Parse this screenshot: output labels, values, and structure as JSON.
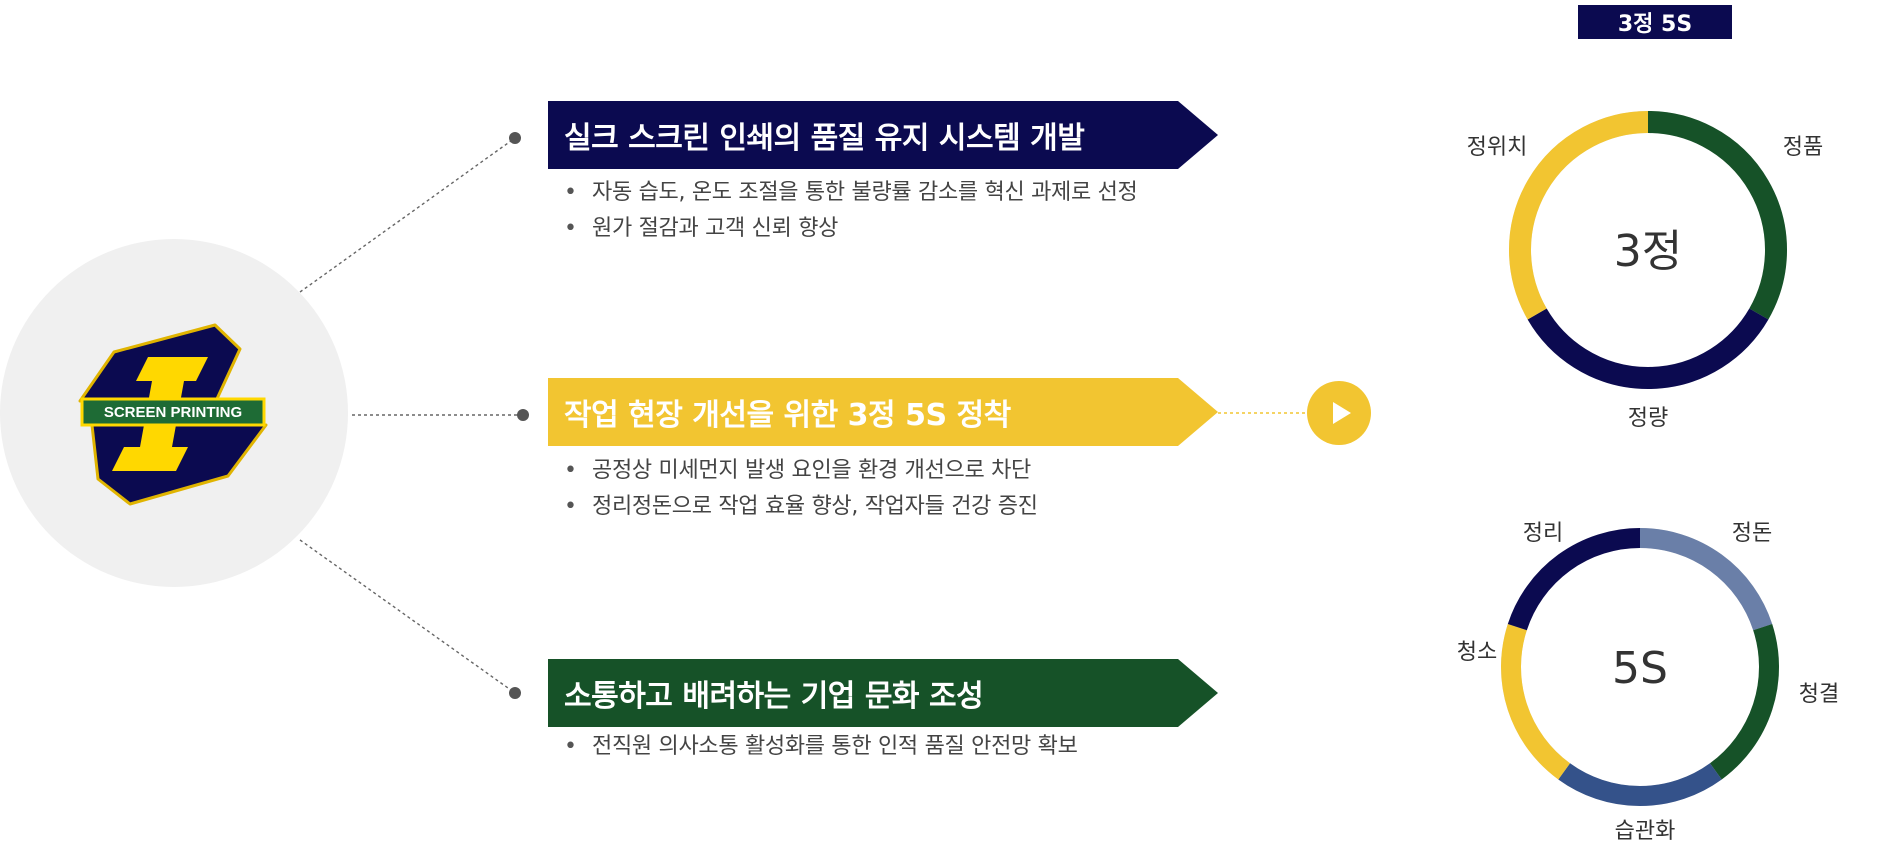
{
  "logo": {
    "text": "SCREEN PRINTING",
    "colors": {
      "navy": "#0b0a50",
      "yellow": "#ffd800",
      "green": "#1e6b35"
    }
  },
  "initiatives": [
    {
      "title": "실크 스크린 인쇄의 품질 유지 시스템 개발",
      "color": "#0b0a50",
      "bullets": [
        "자동 습도, 온도 조절을 통한 불량률 감소를 혁신 과제로 선정",
        "원가 절감과 고객 신뢰 향상"
      ]
    },
    {
      "title": "작업 현장 개선을 위한 3정 5S 정착",
      "color": "#f2c531",
      "bullets": [
        "공정상 미세먼지 발생 요인을 환경 개선으로 차단",
        "정리정돈으로 작업 효율 향상, 작업자들 건강 증진"
      ]
    },
    {
      "title": "소통하고 배려하는 기업 문화 조성",
      "color": "#165228",
      "bullets": [
        "전직원 의사소통 활성화를 통한 인적 품질 안전망 확보"
      ]
    }
  ],
  "play_icon": "play-icon",
  "tag": "3정 5S",
  "chart_data": [
    {
      "type": "pie",
      "center_label": "3정",
      "segments": [
        {
          "label": "정품",
          "value": 1,
          "color": "#165228"
        },
        {
          "label": "정량",
          "value": 1,
          "color": "#0b0a50"
        },
        {
          "label": "정위치",
          "value": 1,
          "color": "#f2c531"
        }
      ]
    },
    {
      "type": "pie",
      "center_label": "5S",
      "segments": [
        {
          "label": "정돈",
          "value": 1,
          "color": "#6a7fa8"
        },
        {
          "label": "청결",
          "value": 1,
          "color": "#165228"
        },
        {
          "label": "습관화",
          "value": 1,
          "color": "#34528a"
        },
        {
          "label": "청소",
          "value": 1,
          "color": "#f2c531"
        },
        {
          "label": "정리",
          "value": 1,
          "color": "#0b0a50"
        }
      ]
    }
  ]
}
